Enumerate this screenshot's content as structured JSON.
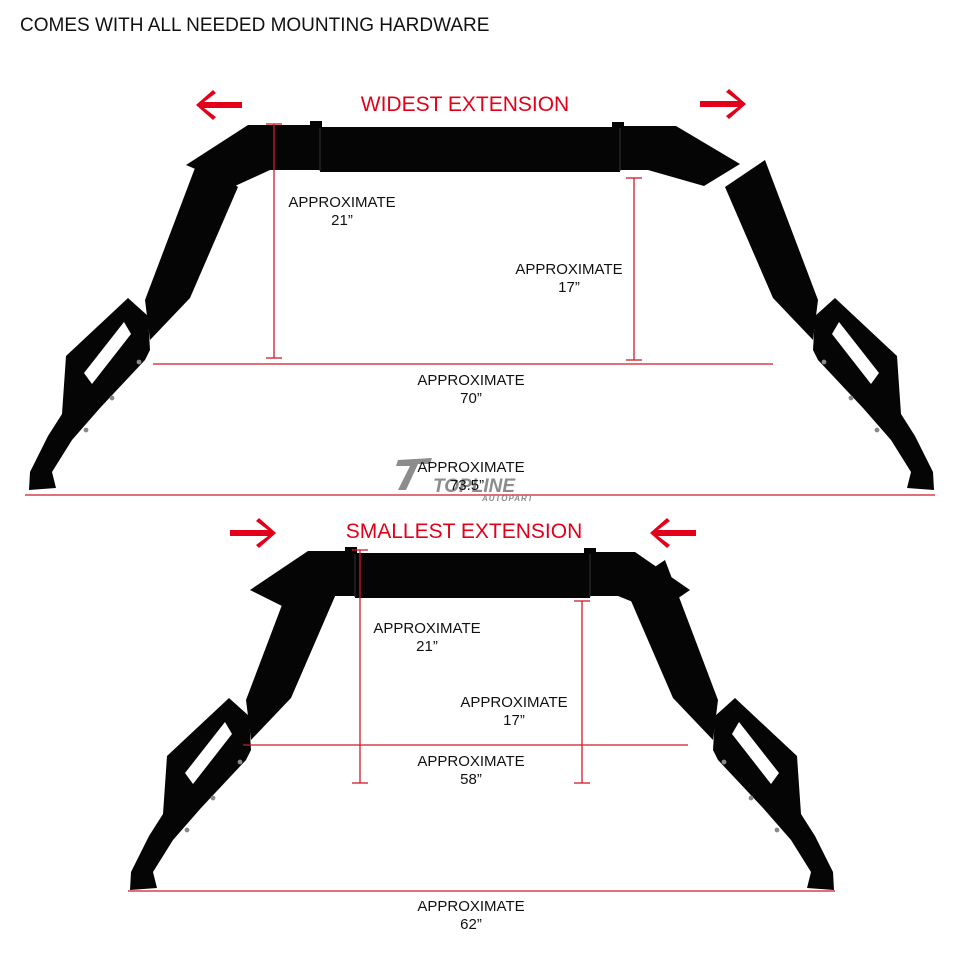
{
  "header": {
    "text": "COMES WITH ALL NEEDED MOUNTING HARDWARE"
  },
  "colors": {
    "accent": "#e2001a",
    "dimension_line": "#cf1b2b",
    "rack": "#050505",
    "logo": "#8c8c8c"
  },
  "logo": {
    "main": "TOPLINE",
    "sub": "AUTOPART"
  },
  "widest": {
    "title": "WIDEST EXTENSION",
    "left_arrow": "arrow-left-icon",
    "right_arrow": "arrow-right-icon",
    "height_left": {
      "label": "APPROXIMATE",
      "value": "21”"
    },
    "height_right": {
      "label": "APPROXIMATE",
      "value": "17”"
    },
    "inner_width": {
      "label": "APPROXIMATE",
      "value": "70”"
    },
    "outer_width": {
      "label": "APPROXIMATE",
      "value": "73.5”"
    }
  },
  "smallest": {
    "title": "SMALLEST EXTENSION",
    "left_arrow": "arrow-right-icon",
    "right_arrow": "arrow-left-icon",
    "height_left": {
      "label": "APPROXIMATE",
      "value": "21”"
    },
    "height_right": {
      "label": "APPROXIMATE",
      "value": "17”"
    },
    "inner_width": {
      "label": "APPROXIMATE",
      "value": "58”"
    },
    "outer_width": {
      "label": "APPROXIMATE",
      "value": "62”"
    }
  }
}
